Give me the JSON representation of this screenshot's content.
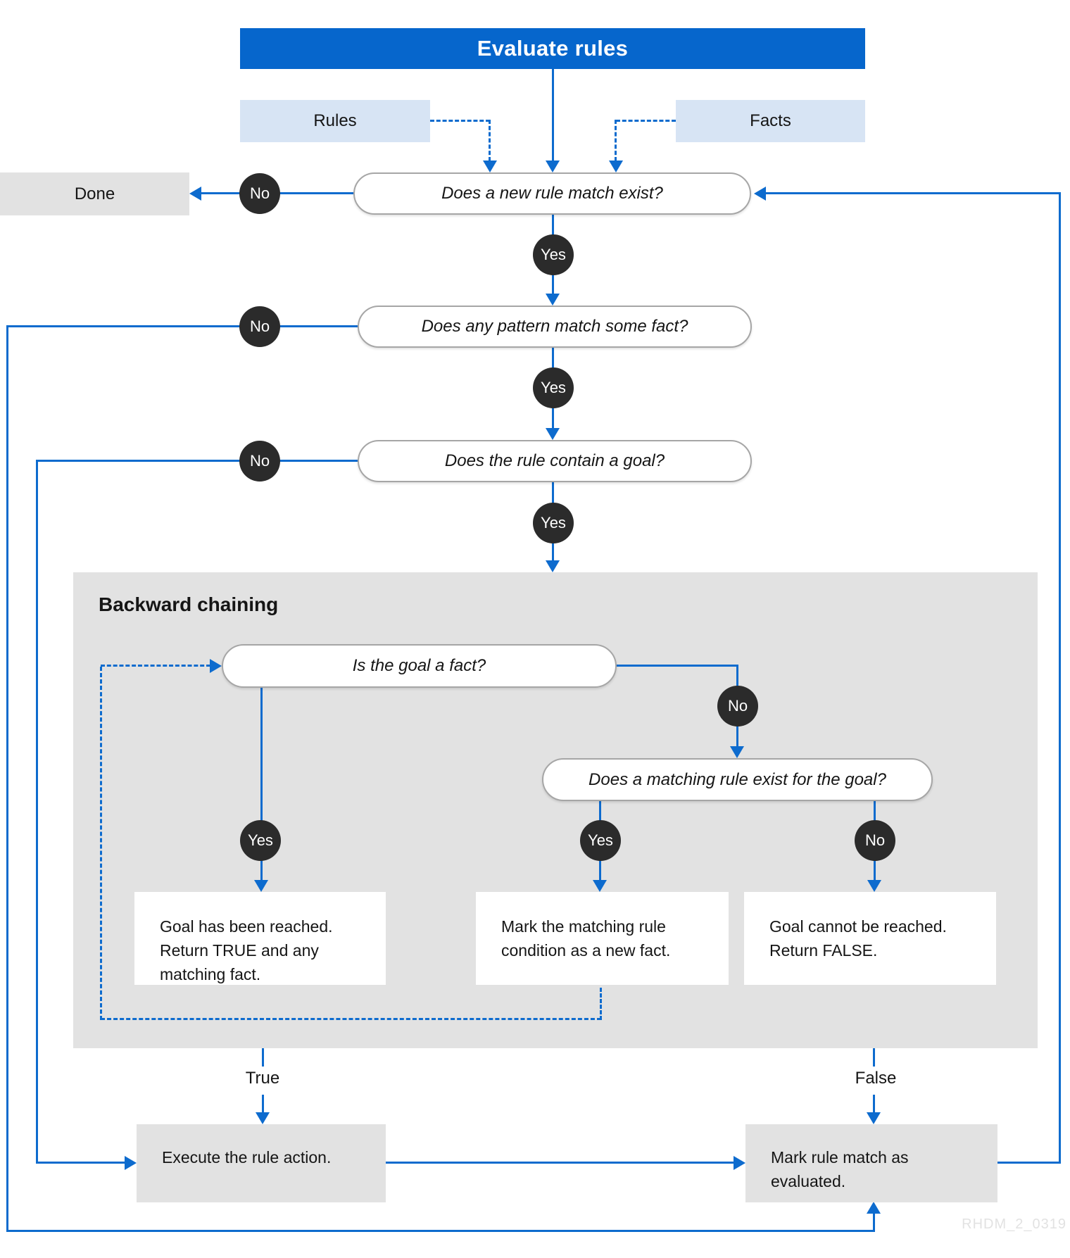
{
  "header": {
    "title": "Evaluate rules"
  },
  "inputs": {
    "rules": "Rules",
    "facts": "Facts"
  },
  "terminal": {
    "done": "Done"
  },
  "decisions": {
    "new_rule_match": "Does a new rule match exist?",
    "pattern_match": "Does any pattern match some fact?",
    "rule_contains_goal": "Does the rule contain a goal?",
    "goal_is_fact": "Is the goal a fact?",
    "matching_rule_for_goal": "Does a matching rule exist for the goal?"
  },
  "labels": {
    "yes": "Yes",
    "no": "No",
    "true": "True",
    "false": "False"
  },
  "region": {
    "title": "Backward chaining"
  },
  "outcomes": {
    "goal_reached": "Goal has been reached. Return TRUE and any matching fact.",
    "mark_condition": "Mark the matching rule condition as a new fact.",
    "goal_not_reached": "Goal cannot be reached. Return FALSE."
  },
  "actions": {
    "execute": "Execute the rule action.",
    "mark_evaluated": "Mark rule match as evaluated."
  },
  "watermark": "RHDM_2_0319",
  "colors": {
    "blue": "#0666cc",
    "line": "#0d6bce",
    "lightblue": "#d7e4f4",
    "gray": "#e2e2e2",
    "dark": "#2b2b2b"
  }
}
